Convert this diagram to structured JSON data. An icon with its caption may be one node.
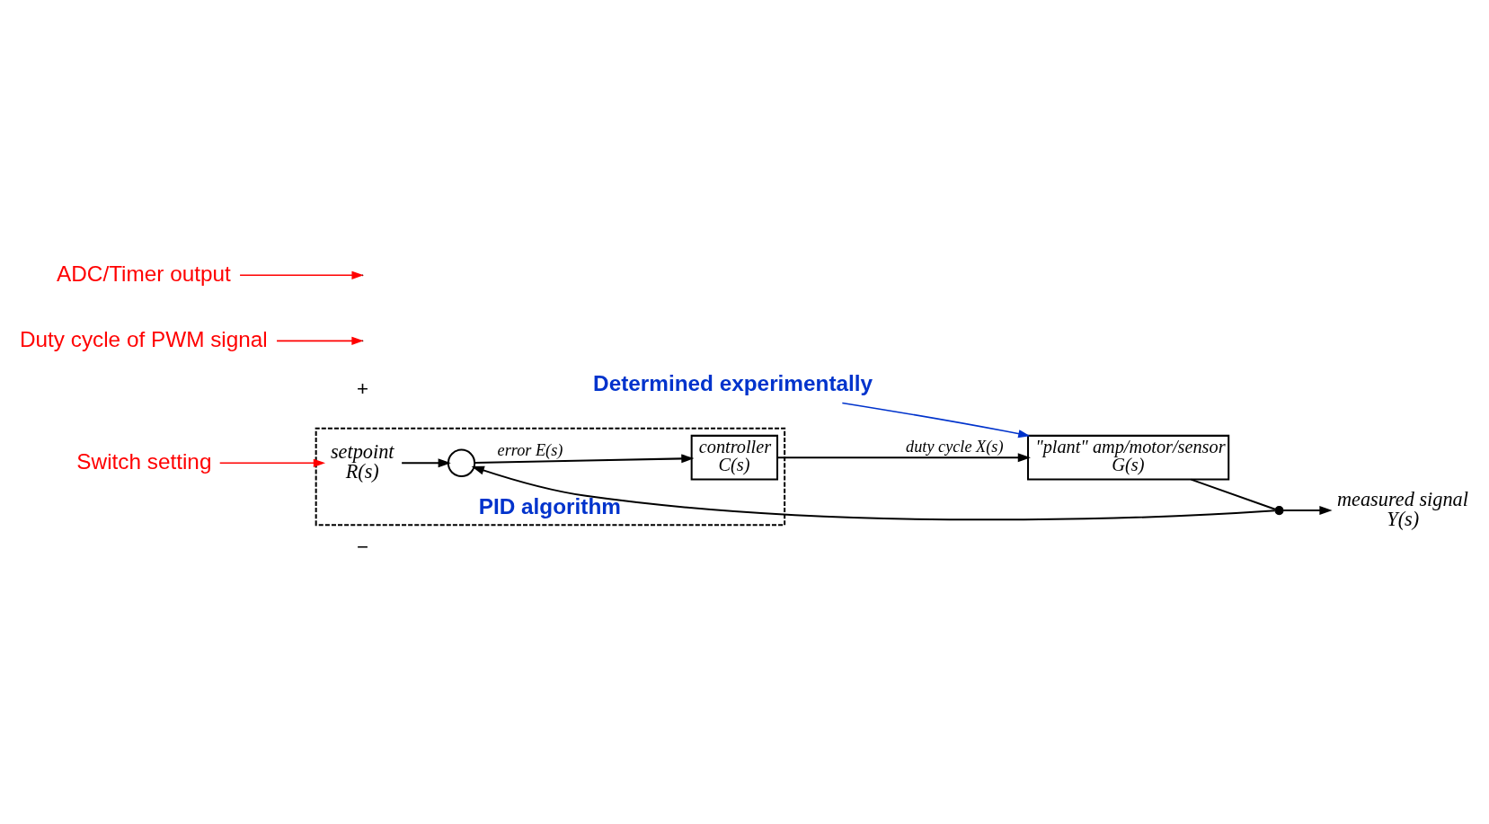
{
  "diagram": {
    "nodes": [
      {
        "text": [
          "PID algorithm"
        ]
      },
      {
        "text": [
          "setpoint",
          "R(s)"
        ],
        "in": 0
      },
      {
        "text": [],
        "shape": "circle",
        "in": 0
      },
      {
        "text": [
          "controller",
          "C(s)"
        ],
        "in": 0
      },
      {
        "text": [
          "\"plant\" amp/motor/sensor",
          "G(s)"
        ]
      },
      {
        "text": [
          "measured signal",
          "Y(s)"
        ]
      },
      {
        "text": [],
        "shape": "circle"
      },
      {
        "text": [
          "Switch setting"
        ]
      },
      {
        "text": [
          "Duty cycle of PWM signal"
        ]
      },
      {
        "text": [
          "Determined experimentally"
        ]
      },
      {
        "text": [
          "ADC/Timer output"
        ]
      }
    ],
    "edges": [
      {
        "from": 1,
        "to": 2,
        "arrow": "to"
      },
      {
        "from": 2,
        "to": 3,
        "arrow": "to",
        "label": "error E(s)"
      },
      {
        "from": 3,
        "to": 4,
        "arrow": "to",
        "label": "duty cycle X(s)"
      },
      {
        "from": 4,
        "to": 6,
        "arrow": "none"
      },
      {
        "from": 6,
        "to": 5,
        "arrow": "to"
      },
      {
        "from": 6,
        "to": 2,
        "arrow": "to"
      },
      {
        "from": 7,
        "to": 1,
        "arrow": "to",
        "color": "#ff0000"
      },
      {
        "from": 8,
        "to": null,
        "arrow": "to",
        "color": "#ff0000"
      },
      {
        "from": 9,
        "to": 4,
        "arrow": "to",
        "color": "#0033cc"
      },
      {
        "from": 10,
        "to": null,
        "arrow": "to",
        "color": "#ff0000"
      }
    ],
    "labels": [
      "+",
      "−"
    ]
  }
}
